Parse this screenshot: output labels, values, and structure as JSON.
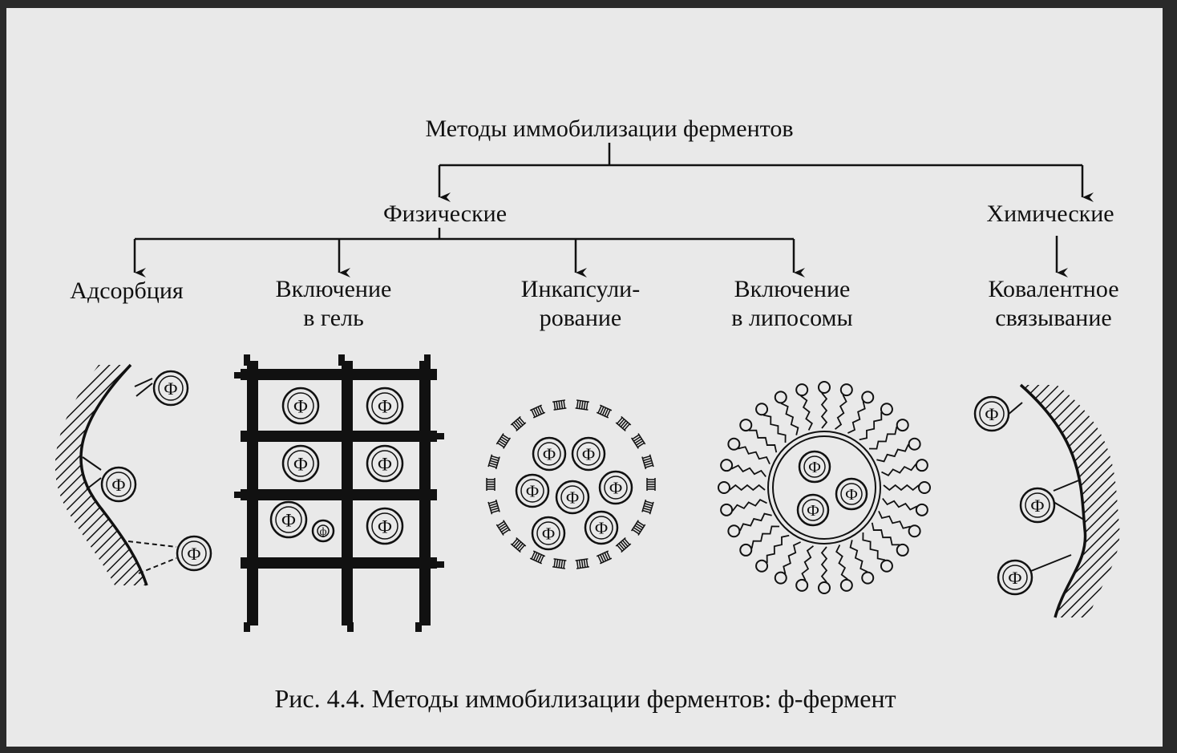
{
  "diagram": {
    "root": "Методы иммобилизации ферментов",
    "branches": [
      {
        "id": "physical",
        "label": "Физические",
        "children": [
          {
            "id": "adsorption",
            "lines": [
              "Адсорбция"
            ]
          },
          {
            "id": "gel",
            "lines": [
              "Включение",
              "в гель"
            ]
          },
          {
            "id": "encapsulation",
            "lines": [
              "Инкапсули-",
              "рование"
            ]
          },
          {
            "id": "liposomes",
            "lines": [
              "Включение",
              "в липосомы"
            ]
          }
        ]
      },
      {
        "id": "chemical",
        "label": "Химические",
        "children": [
          {
            "id": "covalent",
            "lines": [
              "Ковалентное",
              "связывание"
            ]
          }
        ]
      }
    ],
    "enzyme_symbol": "Ф",
    "enzyme_symbol_small": "ф"
  },
  "caption": "Рис. 4.4. Методы иммобилизации ферментов: ф-фермент",
  "colors": {
    "ink": "#111111",
    "paper": "#e9e9e9",
    "frame": "#2a2a2a"
  }
}
